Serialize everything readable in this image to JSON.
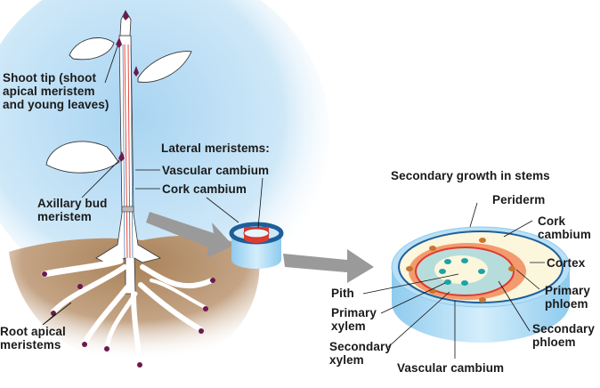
{
  "left_panel": {
    "labels": {
      "shoot_tip": [
        "Shoot tip (shoot",
        "apical meristem",
        "and young leaves)"
      ],
      "axillary_bud": [
        "Axillary bud",
        "meristem"
      ],
      "root_apical": [
        "Root apical",
        "meristems"
      ]
    }
  },
  "middle_panel": {
    "title": "Lateral meristems:",
    "vascular_cambium": "Vascular cambium",
    "cork_cambium": "Cork cambium"
  },
  "right_panel": {
    "title": "Secondary growth in stems",
    "labels": {
      "periderm": "Periderm",
      "cork_cambium": [
        "Cork",
        "cambium"
      ],
      "cortex": "Cortex",
      "primary_phloem": [
        "Primary",
        "phloem"
      ],
      "secondary_phloem": [
        "Secondary",
        "phloem"
      ],
      "pith": "Pith",
      "primary_xylem": [
        "Primary",
        "xylem"
      ],
      "secondary_xylem": [
        "Secondary",
        "xylem"
      ],
      "vascular_cambium": "Vascular cambium"
    }
  },
  "colors": {
    "sky": "#bfe0f5",
    "soil": "#b48e66",
    "meristem_tip": "#6b1a4e",
    "vascular_red": "#e23a2e",
    "cork_blue": "#1d5f9a",
    "cylinder_blue": "#a9d8f2",
    "phloem_orange": "#f39a6e",
    "xylem_teal": "#1aa3a8",
    "cortex_cream": "#fbf6dc",
    "arrow_gray": "#9a9a9a"
  }
}
